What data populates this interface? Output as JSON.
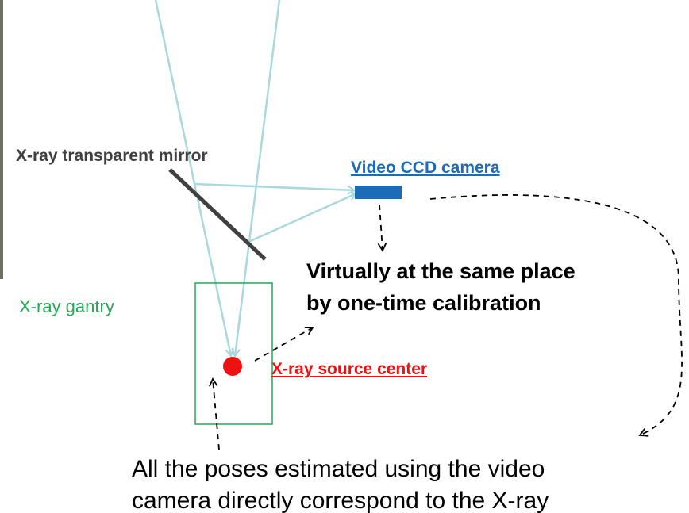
{
  "labels": {
    "mirror": "X-ray transparent mirror",
    "camera": "Video CCD camera",
    "same_place_line1": "Virtually at the same place",
    "same_place_line2": "by one-time calibration",
    "gantry": "X-ray gantry",
    "source": "X-ray source center",
    "note_line1": "All the poses estimated using the video",
    "note_line2": "camera directly correspond to the X-ray"
  },
  "colors": {
    "beam": "#a9d8dd",
    "mirror": "#404040",
    "camera": "#1a6bb8",
    "gantry": "#22aa55",
    "source": "#ee1111",
    "dashed_arrow": "#000000"
  }
}
